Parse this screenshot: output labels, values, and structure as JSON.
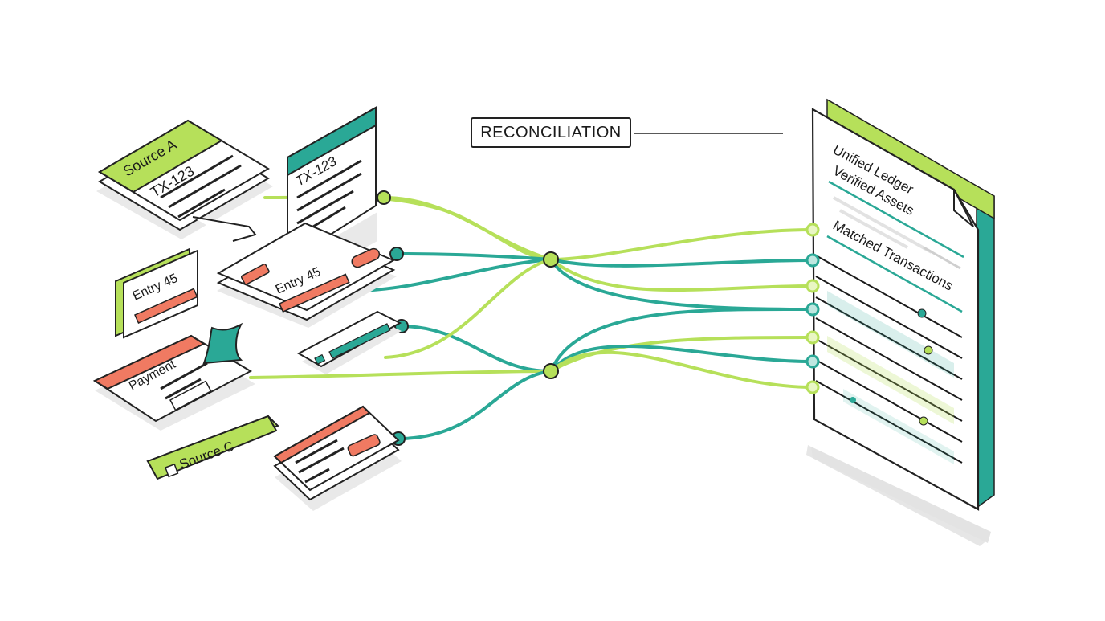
{
  "diagram": {
    "title": "RECONCILIATION",
    "sources": {
      "source_a": {
        "label": "Source A",
        "item": "TX-123"
      },
      "tx_doc": {
        "label": "TX-123"
      },
      "entry_tag": {
        "label": "Entry 45"
      },
      "entry_card": {
        "label": "Entry 45"
      },
      "payment": {
        "label": "Payment"
      },
      "source_c": {
        "label": "Source C"
      }
    },
    "ledger": {
      "title": "Unified Ledger",
      "section_1": "Verified Assets",
      "section_2": "Matched Transactions"
    },
    "colors": {
      "lime": "#b6e05a",
      "teal": "#2aa896",
      "coral": "#f07a62",
      "outline": "#222222"
    }
  }
}
